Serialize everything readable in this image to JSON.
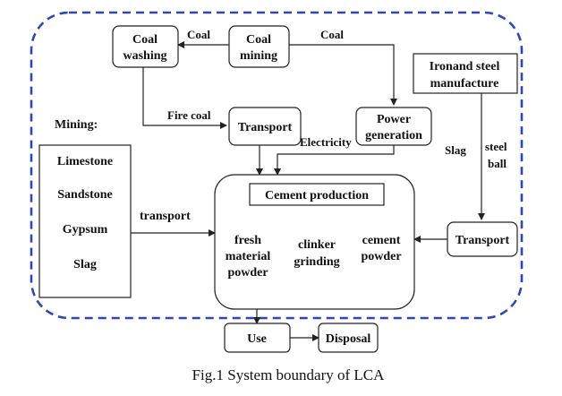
{
  "diagram": {
    "boxes": {
      "coal_washing": [
        "Coal",
        "washing"
      ],
      "coal_mining": [
        "Coal",
        "mining"
      ],
      "transport_top": "Transport",
      "power_generation": [
        "Power",
        "generation"
      ],
      "iron_steel": [
        "Ironand steel",
        "manufacture"
      ],
      "cement_production": "Cement production",
      "transport_right": "Transport",
      "use": "Use",
      "disposal": "Disposal"
    },
    "mining_title": "Mining:",
    "mining_items": [
      "Limestone",
      "Sandstone",
      "Gypsum",
      "Slag"
    ],
    "process_steps": {
      "fresh": [
        "fresh",
        "material",
        "powder"
      ],
      "clinker": [
        "clinker",
        "grinding"
      ],
      "cement": [
        "cement",
        "powder"
      ]
    },
    "edge_labels": {
      "coal_left": "Coal",
      "coal_right": "Coal",
      "fire_coal": "Fire coal",
      "electricity": "Electricity",
      "slag": "Slag",
      "steel_ball": [
        "steel",
        "ball"
      ],
      "transport": "transport"
    },
    "caption": "Fig.1 System boundary of LCA",
    "colors": {
      "boundary": "#2d47b3",
      "lines": "#222222"
    }
  }
}
